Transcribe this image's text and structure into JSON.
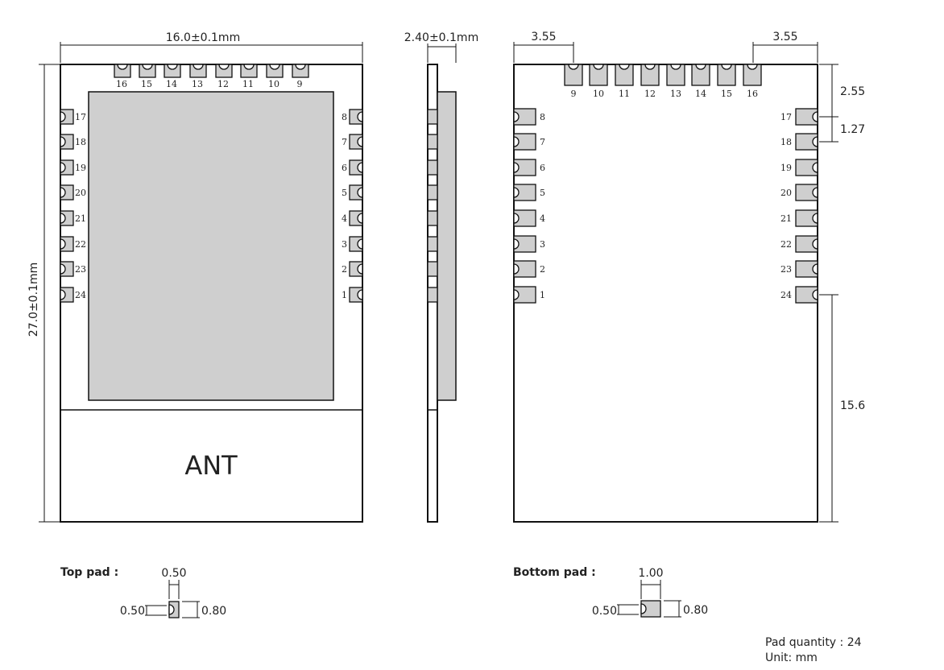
{
  "top_view": {
    "width_label": "16.0±0.1mm",
    "height_label": "27.0±0.1mm",
    "ant_label": "ANT",
    "top_pins": [
      "16",
      "15",
      "14",
      "13",
      "12",
      "11",
      "10",
      "9"
    ],
    "left_pins": [
      "17",
      "18",
      "19",
      "20",
      "21",
      "22",
      "23",
      "24"
    ],
    "right_pins": [
      "8",
      "7",
      "6",
      "5",
      "4",
      "3",
      "2",
      "1"
    ]
  },
  "side_view": {
    "thickness_label": "2.40±0.1mm"
  },
  "bottom_view": {
    "left_offset_label": "3.55",
    "right_offset_label": "3.55",
    "top_pins": [
      "9",
      "10",
      "11",
      "12",
      "13",
      "14",
      "15",
      "16"
    ],
    "left_pins": [
      "8",
      "7",
      "6",
      "5",
      "4",
      "3",
      "2",
      "1"
    ],
    "right_pins": [
      "17",
      "18",
      "19",
      "20",
      "21",
      "22",
      "23",
      "24"
    ],
    "first_pin_offset_label": "2.55",
    "pitch_label": "1.27",
    "antenna_length_label": "15.6"
  },
  "top_pad": {
    "title": "Top pad :",
    "width_label": "0.50",
    "hole_label": "0.50",
    "height_label": "0.80"
  },
  "bottom_pad": {
    "title": "Bottom pad :",
    "width_label": "1.00",
    "hole_label": "0.50",
    "height_label": "0.80"
  },
  "notes": {
    "pad_quantity": "Pad quantity : 24",
    "unit": "Unit:   mm"
  },
  "colors": {
    "pad_fill": "#cfcfcf",
    "shield_fill": "#cfcfcf",
    "outline": "#111111"
  }
}
